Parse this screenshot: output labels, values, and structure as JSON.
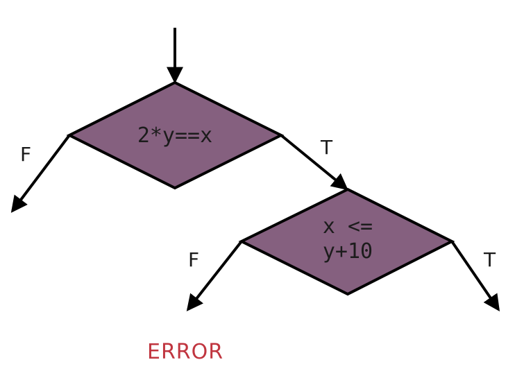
{
  "colors": {
    "decision_fill": "#85607f",
    "error_text": "#c0353f"
  },
  "decisions": [
    {
      "id": "d1",
      "lines": [
        "2*y==x"
      ]
    },
    {
      "id": "d2",
      "lines": [
        "x <=",
        "y+10"
      ]
    }
  ],
  "edges": {
    "d1_false": "F",
    "d1_true": "T",
    "d2_false": "F",
    "d2_true": "T"
  },
  "error_label": "ERROR"
}
